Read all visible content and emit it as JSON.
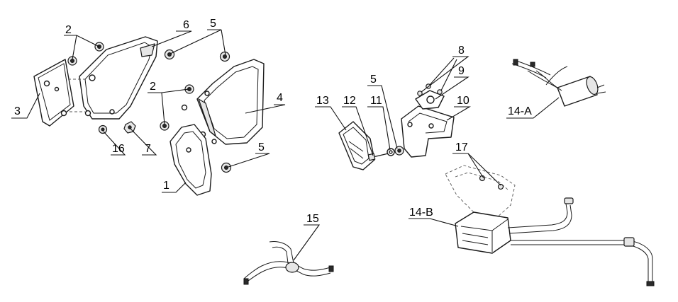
{
  "callouts": {
    "c1": "1",
    "c2a": "2",
    "c2b": "2",
    "c3": "3",
    "c4": "4",
    "c5a": "5",
    "c5b": "5",
    "c5c": "5",
    "c6": "6",
    "c7": "7",
    "c8": "8",
    "c9": "9",
    "c10": "10",
    "c11": "11",
    "c12": "12",
    "c13": "13",
    "c14a": "14-A",
    "c14b": "14-B",
    "c15": "15",
    "c16": "16",
    "c17": "17"
  }
}
